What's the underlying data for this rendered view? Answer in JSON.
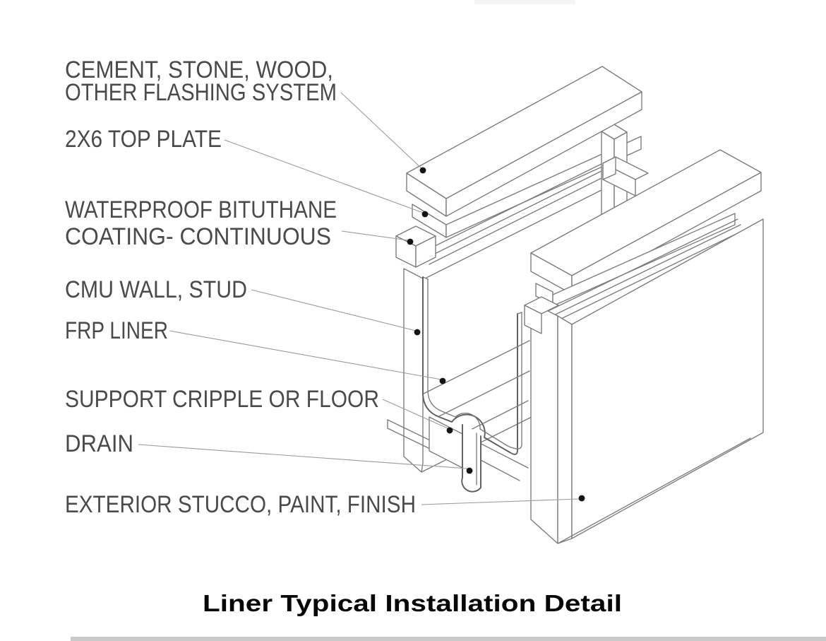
{
  "title": "Liner Typical Installation Detail",
  "diagram": {
    "type": "isometric-construction-detail",
    "labels": [
      {
        "id": "flashing-system",
        "lines": [
          "CEMENT, STONE, WOOD,",
          "OTHER FLASHING SYSTEM"
        ]
      },
      {
        "id": "top-plate",
        "lines": [
          "2X6 TOP PLATE"
        ]
      },
      {
        "id": "waterproof-coating",
        "lines": [
          "WATERPROOF BITUTHANE",
          "COATING- CONTINUOUS"
        ]
      },
      {
        "id": "cmu-wall",
        "lines": [
          "CMU WALL, STUD"
        ]
      },
      {
        "id": "frp-liner",
        "lines": [
          "FRP LINER"
        ]
      },
      {
        "id": "support-cripple",
        "lines": [
          "SUPPORT CRIPPLE OR FLOOR"
        ]
      },
      {
        "id": "drain",
        "lines": [
          "DRAIN"
        ]
      },
      {
        "id": "exterior-stucco",
        "lines": [
          "EXTERIOR STUCCO, PAINT, FINISH"
        ]
      }
    ],
    "colors": {
      "background": "#ffffff",
      "line": "#7a7a7a",
      "leader": "#9a9a9a",
      "dot": "#141414",
      "label_text": "#4a4a4a",
      "title_text": "#070707",
      "bottom_bar": "#c9c9c9",
      "top_bar": "#f4f4f4"
    }
  }
}
